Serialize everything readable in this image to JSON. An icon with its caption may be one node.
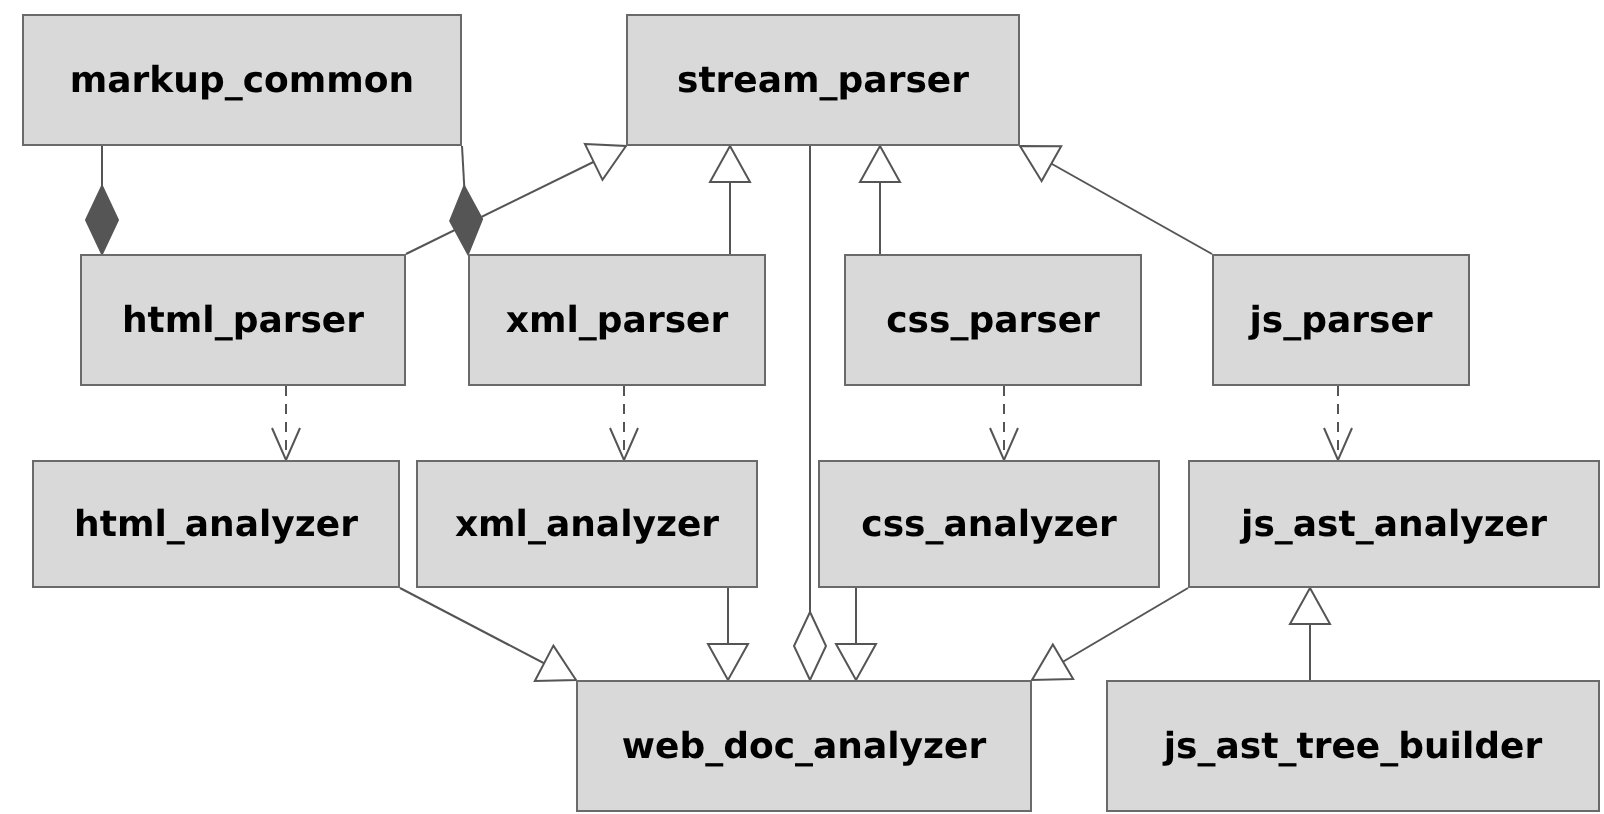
{
  "diagram": {
    "nodes": [
      {
        "text": [
          "markup_common"
        ]
      },
      {
        "text": [
          "stream_parser"
        ]
      },
      {
        "text": [
          "html_parser"
        ]
      },
      {
        "text": [
          "xml_parser"
        ]
      },
      {
        "text": [
          "css_parser"
        ]
      },
      {
        "text": [
          "js_parser"
        ]
      },
      {
        "text": [
          "html_analyzer"
        ]
      },
      {
        "text": [
          "xml_analyzer"
        ]
      },
      {
        "text": [
          "css_analyzer"
        ]
      },
      {
        "text": [
          "js_ast_analyzer"
        ]
      },
      {
        "text": [
          "web_doc_analyzer"
        ]
      },
      {
        "text": [
          "js_ast_tree_builder"
        ]
      }
    ],
    "edges": [
      {
        "from": 0,
        "to": 2,
        "arrow": "other"
      },
      {
        "from": 0,
        "to": 3,
        "arrow": "other"
      },
      {
        "from": 2,
        "to": 1,
        "arrow": "to"
      },
      {
        "from": 3,
        "to": 1,
        "arrow": "to"
      },
      {
        "from": 4,
        "to": 1,
        "arrow": "to"
      },
      {
        "from": 5,
        "to": 1,
        "arrow": "to"
      },
      {
        "from": 2,
        "to": 6,
        "arrow": "to",
        "style": "dashed"
      },
      {
        "from": 3,
        "to": 7,
        "arrow": "to",
        "style": "dashed"
      },
      {
        "from": 4,
        "to": 8,
        "arrow": "to",
        "style": "dashed"
      },
      {
        "from": 5,
        "to": 9,
        "arrow": "to",
        "style": "dashed"
      },
      {
        "from": 6,
        "to": 10,
        "arrow": "to"
      },
      {
        "from": 7,
        "to": 10,
        "arrow": "to"
      },
      {
        "from": 1,
        "to": 10,
        "arrow": "other"
      },
      {
        "from": 8,
        "to": 10,
        "arrow": "to"
      },
      {
        "from": 9,
        "to": 10,
        "arrow": "to"
      },
      {
        "from": 11,
        "to": 9,
        "arrow": "to"
      }
    ]
  }
}
